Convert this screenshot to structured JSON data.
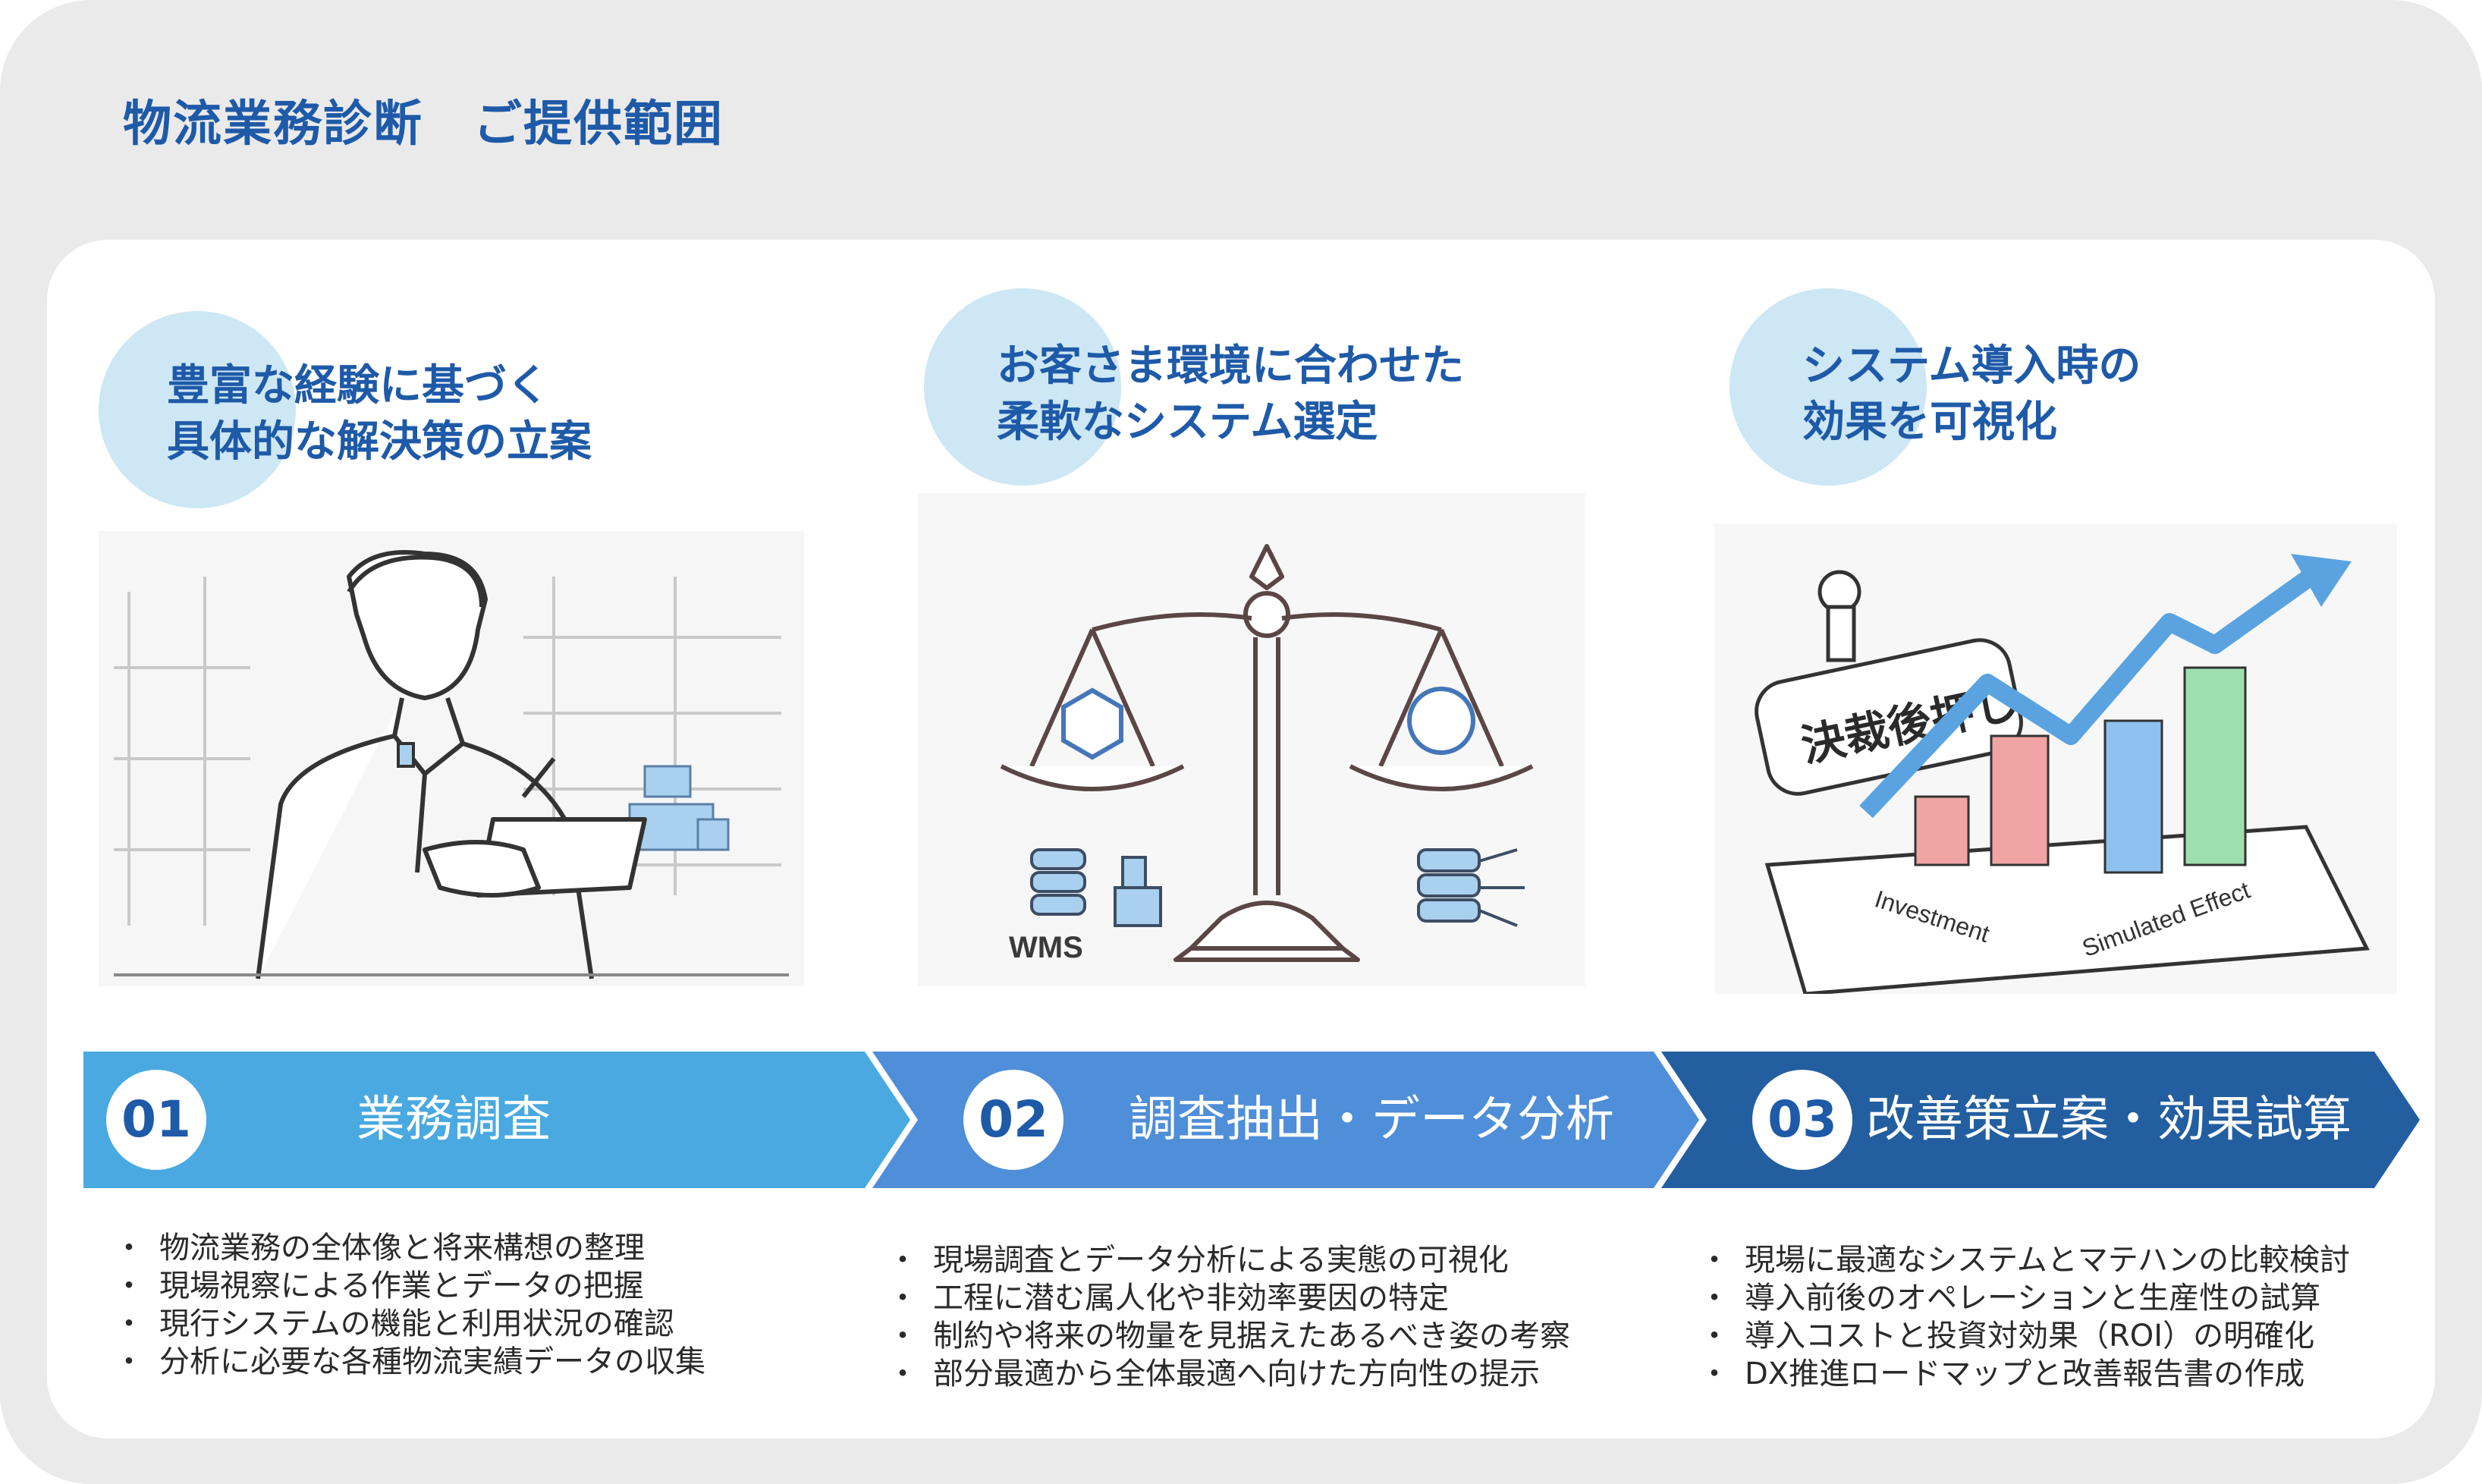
{
  "page": {
    "title": "物流業務診断　ご提供範囲"
  },
  "features": [
    {
      "line1": "豊富な経験に基づく",
      "line2": "具体的な解決策の立案"
    },
    {
      "line1": "お客さま環境に合わせた",
      "line2": "柔軟なシステム選定"
    },
    {
      "line1": "システム導入時の",
      "line2": "効果を可視化"
    }
  ],
  "illustrations": {
    "scale_left_tag": "WMS",
    "stamp_text": "決裁後押し",
    "chart_label_left": "Investment",
    "chart_label_right": "Simulated Effect"
  },
  "steps": [
    {
      "number": "01",
      "label": "業務調査",
      "color": "#49a9e0"
    },
    {
      "number": "02",
      "label": "調査抽出・データ分析",
      "color": "#4f8ed8"
    },
    {
      "number": "03",
      "label": "改善策立案・効果試算",
      "color": "#235ea0"
    }
  ],
  "bullets": [
    [
      "物流業務の全体像と将来構想の整理",
      "現場視察による作業とデータの把握",
      "現行システムの機能と利用状況の確認",
      "分析に必要な各種物流実績データの収集"
    ],
    [
      "現場調査とデータ分析による実態の可視化",
      "工程に潜む属人化や非効率要因の特定",
      "制約や将来の物量を見据えたあるべき姿の考察",
      "部分最適から全体最適へ向けた方向性の提示"
    ],
    [
      "現場に最適なシステムとマテハンの比較検討",
      "導入前後のオペレーションと生産性の試算",
      "導入コストと投資対効果（ROI）の明確化",
      "DX推進ロードマップと改善報告書の作成"
    ]
  ]
}
